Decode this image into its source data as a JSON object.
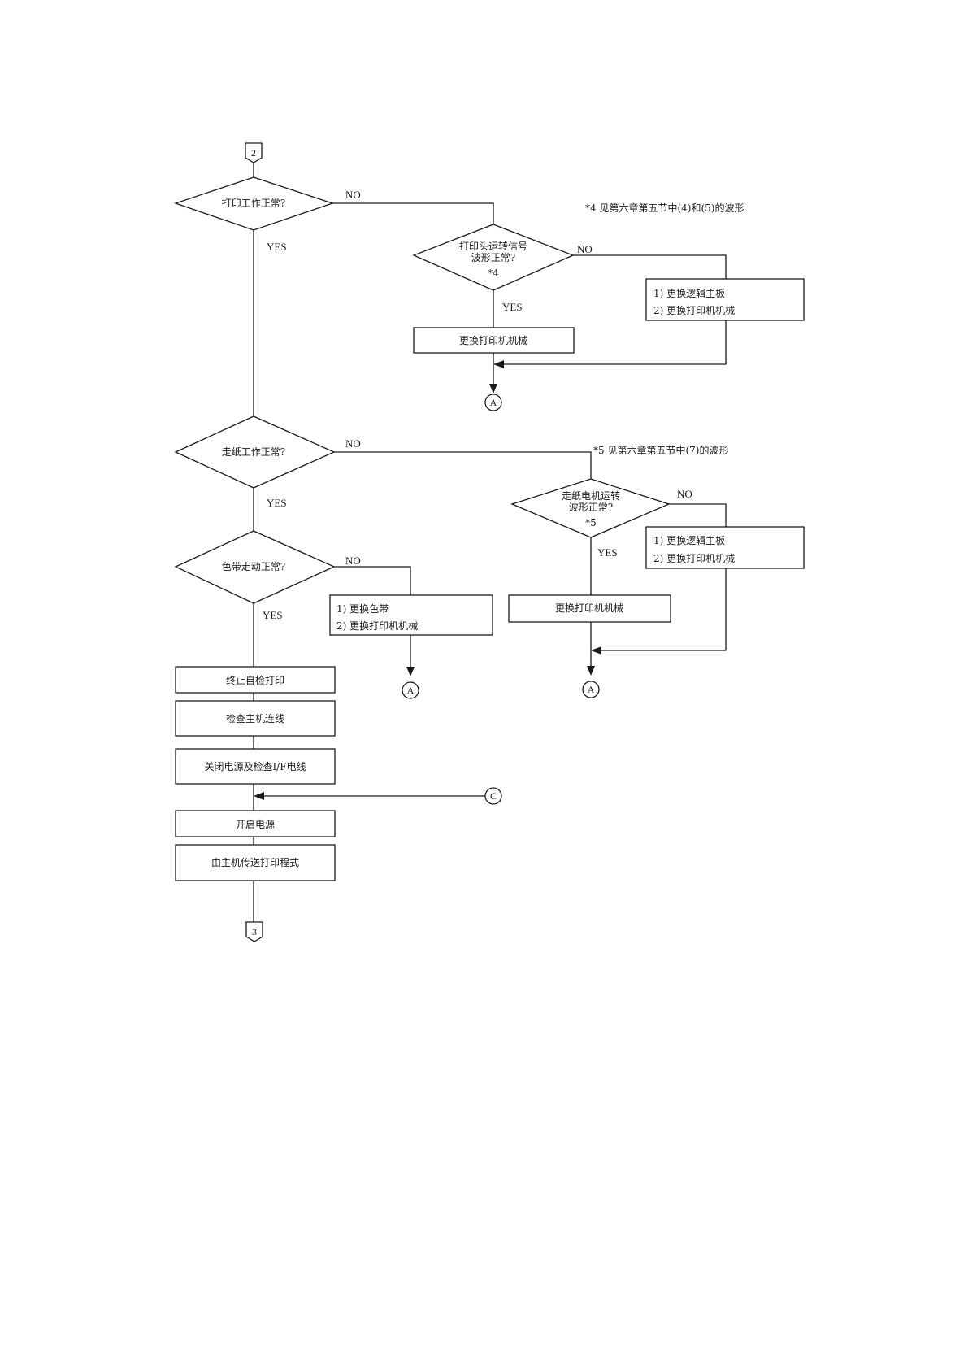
{
  "connectors": {
    "start": "2",
    "end": "3",
    "a": "A",
    "c": "C"
  },
  "labels": {
    "yes": "YES",
    "no": "NO"
  },
  "decisions": {
    "print_ok": "打印工作正常?",
    "head_signal_line1": "打印头运转信号",
    "head_signal_line2": "波形正常?",
    "head_signal_ref": "*4",
    "feed_ok": "走纸工作正常?",
    "motor_line1": "走纸电机运转",
    "motor_line2": "波形正常?",
    "motor_ref": "*5",
    "ribbon_ok": "色带走动正常?"
  },
  "notes": {
    "note4": "*4  见第六章第五节中(4)和(5)的波形",
    "note5": "*5  见第六章第五节中(7)的波形"
  },
  "actions": {
    "replace_logic_board": "1)  更换逻辑主板",
    "replace_printer_mech_2": "2)  更换打印机机械",
    "replace_printer_mech": "更换打印机机械",
    "replace_ribbon": "1)  更换色带",
    "stop_selftest": "终止自检打印",
    "check_host_cable": "检查主机连线",
    "power_off_check_if": "关闭电源及检查I/F电线",
    "power_on": "开启电源",
    "send_program": "由主机传送打印程式"
  }
}
